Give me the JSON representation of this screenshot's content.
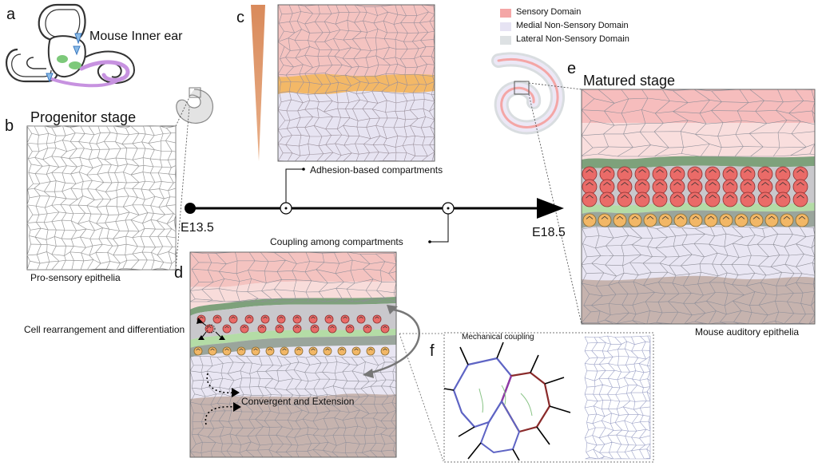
{
  "panels": {
    "a": {
      "letter": "a",
      "title": "Mouse Inner ear"
    },
    "b": {
      "letter": "b",
      "title": "Progenitor stage",
      "caption": "Pro-sensory epithelia"
    },
    "c": {
      "letter": "c"
    },
    "d": {
      "letter": "d",
      "annot_left": "Cell rearrangement and differentiation",
      "annot_bottom": "Convergent and Extension"
    },
    "e": {
      "letter": "e",
      "title": "Matured stage",
      "caption": "Mouse auditory epithelia"
    },
    "f": {
      "letter": "f",
      "title": "Mechanical coupling"
    }
  },
  "timeline": {
    "start": "E13.5",
    "end": "E18.5",
    "events": [
      "Adhesion-based compartments",
      "Coupling among compartments"
    ]
  },
  "legend": [
    {
      "label": "Sensory Domain",
      "color": "#f4a6a6"
    },
    {
      "label": "Medial Non-Sensory Domain",
      "color": "#e6e3f3"
    },
    {
      "label": "Lateral Non-Sensory Domain",
      "color": "#dde1e3"
    }
  ],
  "colors": {
    "sensory": "#f4a6a6",
    "sensory_pale": "#f7dcd9",
    "hair_cell": "#ea6b68",
    "orange": "#f2b766",
    "medial": "#e6e3f3",
    "lateral": "#dde1e3",
    "green": "#a8d89a",
    "dark_green": "#7c9c7a",
    "brown": "#c6b3ae",
    "support": "#c8c8cc"
  }
}
